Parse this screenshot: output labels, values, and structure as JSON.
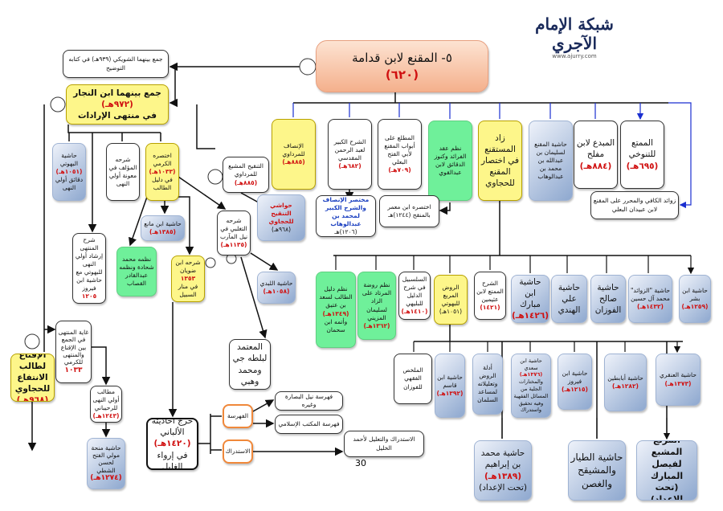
{
  "logo": {
    "name": "شبكة الإمام الآجري",
    "url": "www.ajurry.com"
  },
  "title": {
    "text": "٥- المقنع لابن قدامة",
    "date": "(٦٢٠)"
  },
  "page_number": "30",
  "nodes": {
    "tawdih": {
      "text": "جمع بينهما الشويكي (٩٣٩هـ) في كتابه التوضيح"
    },
    "najjar": {
      "text": "جمع بينهما ابن النجار",
      "date": "(٩٧٢هـ)",
      "text2": "في منتهى الإرادات"
    },
    "insaf": {
      "text": "الإنصاف للمرداوي",
      "date": "(٨٨٥هـ)"
    },
    "sharh_kabir": {
      "text": "الشرح الكبير لعبد الرحمن المقدسي",
      "date": "(٦٨٢هـ)"
    },
    "mutli": {
      "text": "المطلع على أبواب المقنع لأبي الفتح البعلي",
      "date": "(٧٠٩هـ)"
    },
    "nazm_iqd": {
      "text": "نظم عقد الفرائد وكنوز الدقائق لابن عبدالقوي"
    },
    "zad": {
      "text": "زاد المستقنع في اختصار المقنع للحجاوي"
    },
    "hashiyat_muqni": {
      "text": "حاشية المقنع لسليمان بن عبدالله بن محمد بن عبدالوهاب"
    },
    "mubdi": {
      "text": "المبدع لابن مفلح",
      "date": "(٨٨٤هـ)"
    },
    "mumti": {
      "text": "الممتع للتنوخي",
      "date": "(٦٩٥هـ)"
    },
    "zawaid": {
      "text": "زوائد الكافي والمحرر على المقنع لابن عبيدان البعلي"
    },
    "mukhtasar_insaf": {
      "text": "مختصر الإنصاف والشرح الكبير لمحمد بن عبدالوهاب",
      "date": "(١٢٠٦)هـ"
    },
    "ibn_muammar": {
      "text": "اختصره ابن معمر بالمنقح (١٢٤٤)هـ"
    },
    "tanqih": {
      "text": "التنقيح المشبع للمرداوي",
      "date": "(٨٨٥هـ)"
    },
    "hawashi_tanqih": {
      "text": "حواشي التنقيح للحجاوي",
      "date": "(٩٦٨هـ)"
    },
    "hashiyat_buhuti": {
      "text": "حاشية البهوتي",
      "date": "(١٠٥١هـ)",
      "text2": "دقائق أولي النهى"
    },
    "maunah": {
      "text": "شرحه المؤلف في معونة أولي النهى"
    },
    "karmi": {
      "text": "اختصره الكرمي",
      "date": "(١٠٣٣هـ)",
      "text2": "في دليل الطالب"
    },
    "ibn_mani": {
      "text": "حاشية ابن مانع",
      "date": "(١٣٨٥هـ)"
    },
    "nazm_shahada": {
      "text": "نظمه محمد شحادة ونظمه عبدالقادر القصاب"
    },
    "manar": {
      "text": "شرحه ابن ضويان",
      "date": "١٣٥٣",
      "text2": "في منار السبيل"
    },
    "nayl": {
      "text": "شرحه التغلبي في نيل المآرب",
      "date": "(١١٣٥هـ)"
    },
    "labadi": {
      "text": "حاشية اللبدي",
      "date": "(١٠٥٨هـ)"
    },
    "irshad": {
      "text": "شرح المنتهى إرشاد أولي النهى للبهوتي مع حاشية ابن فيروز",
      "date": "١٢٠٥"
    },
    "ghayah": {
      "text": "غاية المنتهى في الجمع بين الإقناع والمنتهى للكرمي",
      "date": "١٠٣٣"
    },
    "iqna": {
      "text": "الإقناع لطالب الانتفاع للحجاوي",
      "date": "(٩٦٨هـ)"
    },
    "matalib": {
      "text": "مطالب أولي النهى للرحيباني",
      "date": "(١٢٤٣هـ)"
    },
    "minhah": {
      "text": "حاشية منحة مولي الفتح لحسن الشطي",
      "date": "(١٢٧٤هـ)"
    },
    "mutamad": {
      "text": "المعتمد لبلطه جي ومحمد وهبي"
    },
    "albani": {
      "text": "خرج أحاديثه الألباني",
      "date": "(١٤٢٠هـ)",
      "text2": "في إرواء الغليل"
    },
    "fahrasa": {
      "text": "الفهرسة"
    },
    "istidrak": {
      "text": "الاستدراك"
    },
    "fahrasat_nayl": {
      "text": "فهرسة نيل البصارة وغيره"
    },
    "fahrasat_maktab": {
      "text": "فهرسة المكتب الإسلامي"
    },
    "istidrak_khalil": {
      "text": "الاستدراك والتعليل لأحمد الخليل"
    },
    "nazm_dalil": {
      "text": "نظم دليل الطالب لسعد بن عتيق",
      "date": "(١٣٤٩هـ)",
      "text2": "وأتمه ابن سحمان"
    },
    "nazm_rawdah": {
      "text": "نظم روضة المرتاد على الزاد لسليمان المزيني",
      "date": "(١٣٦٢هـ)"
    },
    "salsabil": {
      "text": "السلسبيل في شرح الدليل للبليهي",
      "date": "(١٤١٠هـ)"
    },
    "rawd": {
      "text": "الروض المربع للبهوتي",
      "date": "(١٠٥١هـ)"
    },
    "mumti_uthaymin": {
      "text": "الشرح الممتع لابن عثيمين",
      "date": "(١٤٢١)"
    },
    "ibn_mubarak": {
      "text": "حاشية ابن مبارك",
      "date": "(١٤٢٦هـ)"
    },
    "hindi": {
      "text": "حاشية علي الهندي"
    },
    "fawzan_h": {
      "text": "حاشية صالح الفوزان"
    },
    "zawaid_husayn": {
      "text": "حاشية \"الزوائد\" محمد آل حسين",
      "date": "(١٤٣٢هـ)"
    },
    "ibn_bishr": {
      "text": "حاشية ابن بشر",
      "date": "(١٢٥٩هـ)"
    },
    "mulakhkhas": {
      "text": "الملخص الفقهي للفوزان"
    },
    "ibn_qasim": {
      "text": "حاشية ابن قاسم",
      "date": "(١٣٩٢هـ)"
    },
    "adillah": {
      "text": "أدلة الروض وتعليلاته لمساعد السلمان"
    },
    "ibn_sadi": {
      "text": "حاشية ابن سعدي",
      "date": "(١٣٧٦هـ)",
      "text2": "والمختارات الجلية من المسائل الفقهية وفيه تحقيق واستدراك"
    },
    "ibn_fayruz": {
      "text": "حاشية ابن فيروز",
      "date": "(١٢١٥هـ)"
    },
    "ababutayn": {
      "text": "حاشية أبابطين",
      "date": "(١٢٨٢هـ)"
    },
    "anqari": {
      "text": "حاشية العنقري",
      "date": "(١٣٧٣هـ)"
    },
    "ibn_ibrahim": {
      "text": "حاشية محمد بن إبراهيم",
      "date": "(١٣٨٩هـ)",
      "text2": "(تحت الإعداد)"
    },
    "tayyar": {
      "text": "حاشية الطيار والمشيقح والغصن"
    },
    "murtaa": {
      "text": "المرتع المشبع لفيصل المبارك (تحت الإعداد)"
    }
  }
}
